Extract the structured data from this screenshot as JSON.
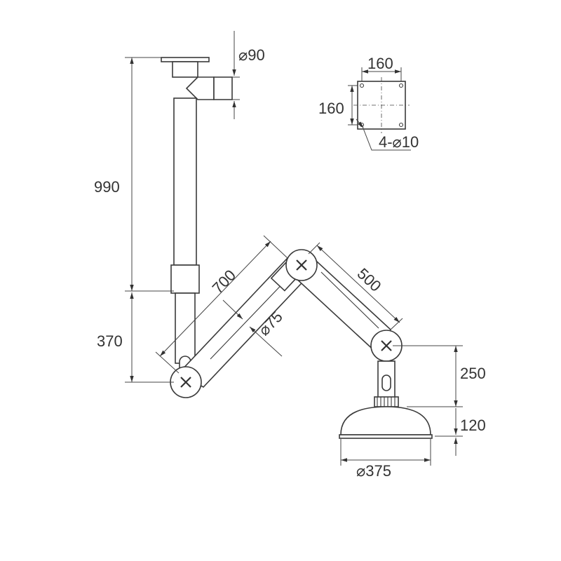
{
  "dimensions": {
    "pipe_diameter": "⌀90",
    "mount_plate_width": "160",
    "mount_plate_height": "160",
    "mount_holes": "4-⌀10",
    "vertical_pipe_length": "990",
    "lower_drop": "370",
    "arm1_length": "700",
    "arm_diameter": "⌀75",
    "arm2_length": "500",
    "hood_neck_height": "250",
    "hood_height": "120",
    "hood_diameter": "⌀375"
  }
}
